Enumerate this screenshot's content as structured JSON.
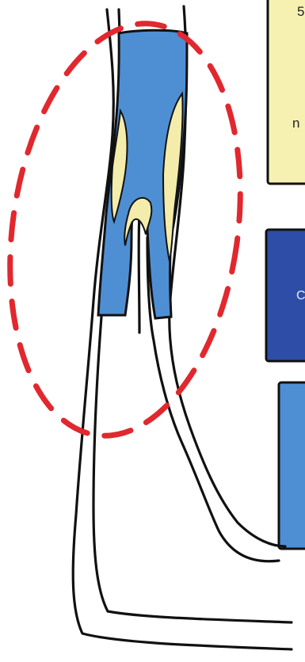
{
  "colors": {
    "background": "#ffffff",
    "outline": "#111111",
    "fill_blue": "#4e8fd4",
    "fill_yellow": "#f4ecaa",
    "dashed_red": "#e0282e",
    "legend_yellow_bg": "#f6f1b1",
    "legend_navy_bg": "#2e4da6",
    "legend_blue_bg": "#4e8fd4"
  },
  "legend": {
    "yellow_box": {
      "fragment_top": "5",
      "fragment_mid": "n"
    },
    "navy_box": {
      "fragment": "C"
    },
    "blue_box": {
      "fragment": ""
    }
  },
  "highlight": {
    "style": "dashed-ellipse"
  }
}
